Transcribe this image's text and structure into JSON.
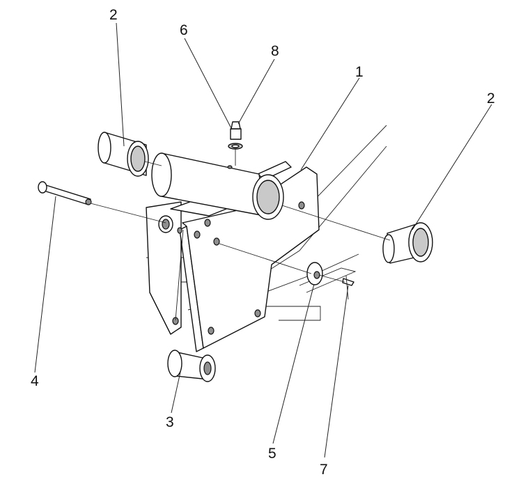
{
  "callouts": [
    {
      "id": "c1",
      "text": "1"
    },
    {
      "id": "c2a",
      "text": "2"
    },
    {
      "id": "c2b",
      "text": "2"
    },
    {
      "id": "c3",
      "text": "3"
    },
    {
      "id": "c4",
      "text": "4"
    },
    {
      "id": "c5",
      "text": "5"
    },
    {
      "id": "c6",
      "text": "6"
    },
    {
      "id": "c7",
      "text": "7"
    },
    {
      "id": "c8",
      "text": "8"
    }
  ]
}
